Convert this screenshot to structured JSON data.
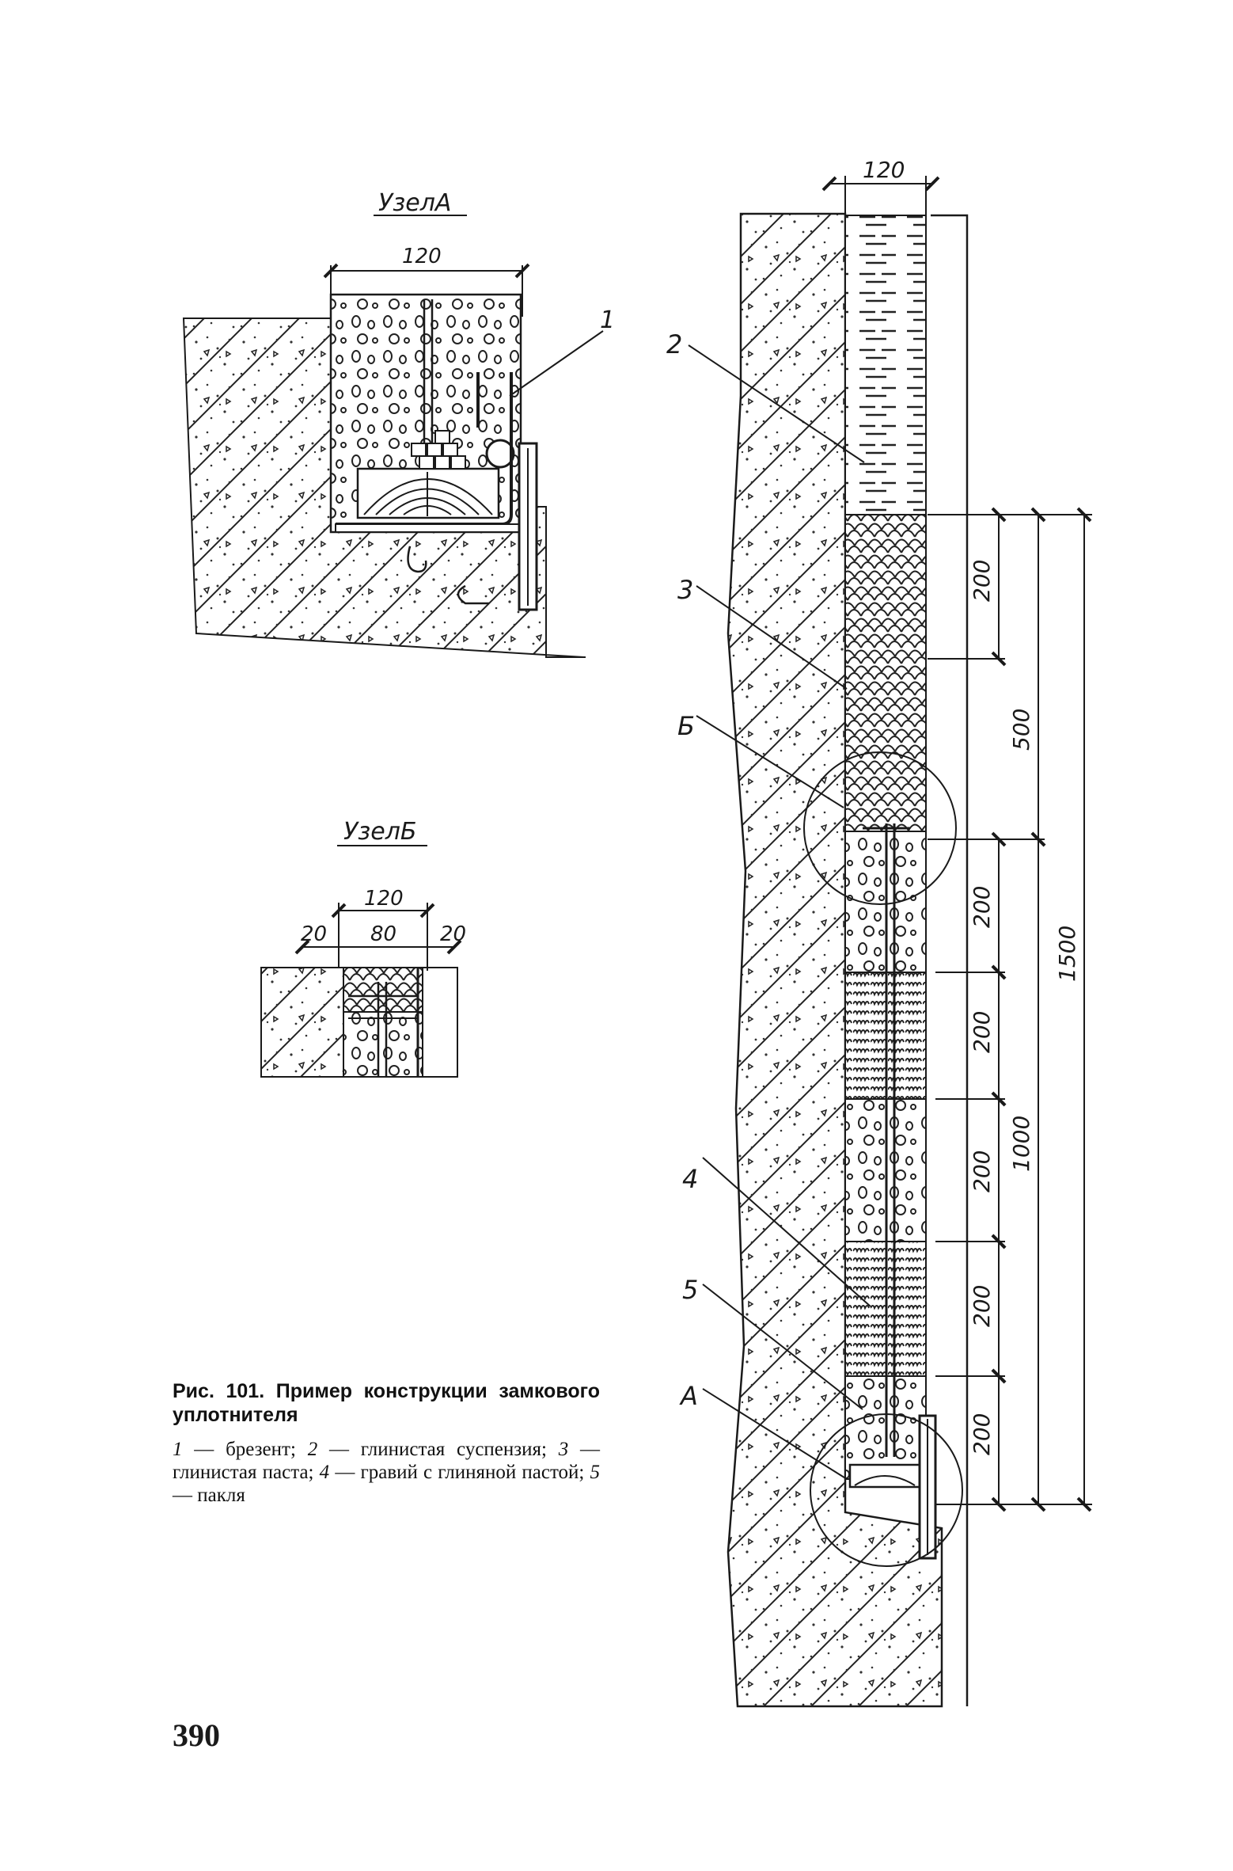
{
  "node_a": {
    "title": "УзелА",
    "dim_width": "120",
    "callout": "1"
  },
  "node_b": {
    "title": "УзелБ",
    "dim_total": "120",
    "dim_left": "20",
    "dim_middle": "80",
    "dim_right": "20"
  },
  "section": {
    "dim_width": "120",
    "callouts": [
      "2",
      "3",
      "Б",
      "4",
      "5",
      "А"
    ],
    "dims_inner": [
      "200",
      "200",
      "200",
      "200",
      "200",
      "200"
    ],
    "dim_500": "500",
    "dim_1000": "1000",
    "dim_1500": "1500"
  },
  "caption": {
    "title": "Рис. 101. Пример конструкции замкового уплотнителя",
    "legend": [
      {
        "num": "1",
        "text": "брезент;"
      },
      {
        "num": "2",
        "text": "глинистая суспензия;"
      },
      {
        "num": "3",
        "text": "глинистая паста;"
      },
      {
        "num": "4",
        "text": "гравий с глиняной пастой;"
      },
      {
        "num": "5",
        "text": "пакля"
      }
    ]
  },
  "page_number": "390",
  "colors": {
    "ink": "#1a1a1a",
    "paper": "#ffffff"
  }
}
